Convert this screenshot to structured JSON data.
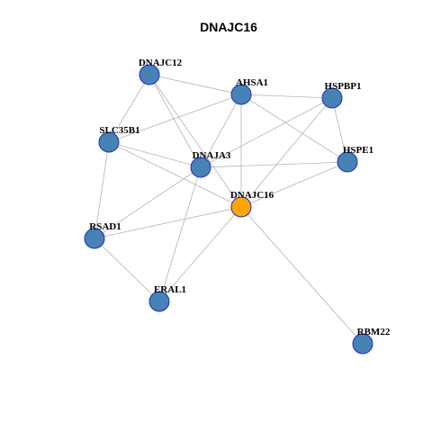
{
  "title": "DNAJC16",
  "colors": {
    "node_fill": "#4682b4",
    "hub_fill": "#ffa500",
    "node_stroke": "#1f2fbf",
    "edge": "#b4b4b4"
  },
  "network": {
    "hub": "DNAJC16",
    "nodes": [
      "DNAJC12",
      "AHSA1",
      "HSPBP1",
      "SLC35B1",
      "DNAJA3",
      "HSPE1",
      "DNAJC16",
      "RSAD1",
      "ERAL1",
      "RBM22"
    ],
    "edges": [
      [
        "DNAJC12",
        "AHSA1"
      ],
      [
        "DNAJC12",
        "SLC35B1"
      ],
      [
        "DNAJC12",
        "DNAJA3"
      ],
      [
        "DNAJC12",
        "DNAJC16"
      ],
      [
        "AHSA1",
        "HSPBP1"
      ],
      [
        "AHSA1",
        "SLC35B1"
      ],
      [
        "AHSA1",
        "DNAJA3"
      ],
      [
        "AHSA1",
        "HSPE1"
      ],
      [
        "AHSA1",
        "DNAJC16"
      ],
      [
        "HSPBP1",
        "DNAJA3"
      ],
      [
        "HSPBP1",
        "HSPE1"
      ],
      [
        "HSPBP1",
        "DNAJC16"
      ],
      [
        "SLC35B1",
        "DNAJA3"
      ],
      [
        "SLC35B1",
        "DNAJC16"
      ],
      [
        "SLC35B1",
        "RSAD1"
      ],
      [
        "DNAJA3",
        "HSPE1"
      ],
      [
        "DNAJA3",
        "RSAD1"
      ],
      [
        "DNAJA3",
        "ERAL1"
      ],
      [
        "HSPE1",
        "DNAJC16"
      ],
      [
        "DNAJC16",
        "RSAD1"
      ],
      [
        "DNAJC16",
        "ERAL1"
      ],
      [
        "DNAJC16",
        "RBM22"
      ],
      [
        "RSAD1",
        "ERAL1"
      ]
    ]
  }
}
